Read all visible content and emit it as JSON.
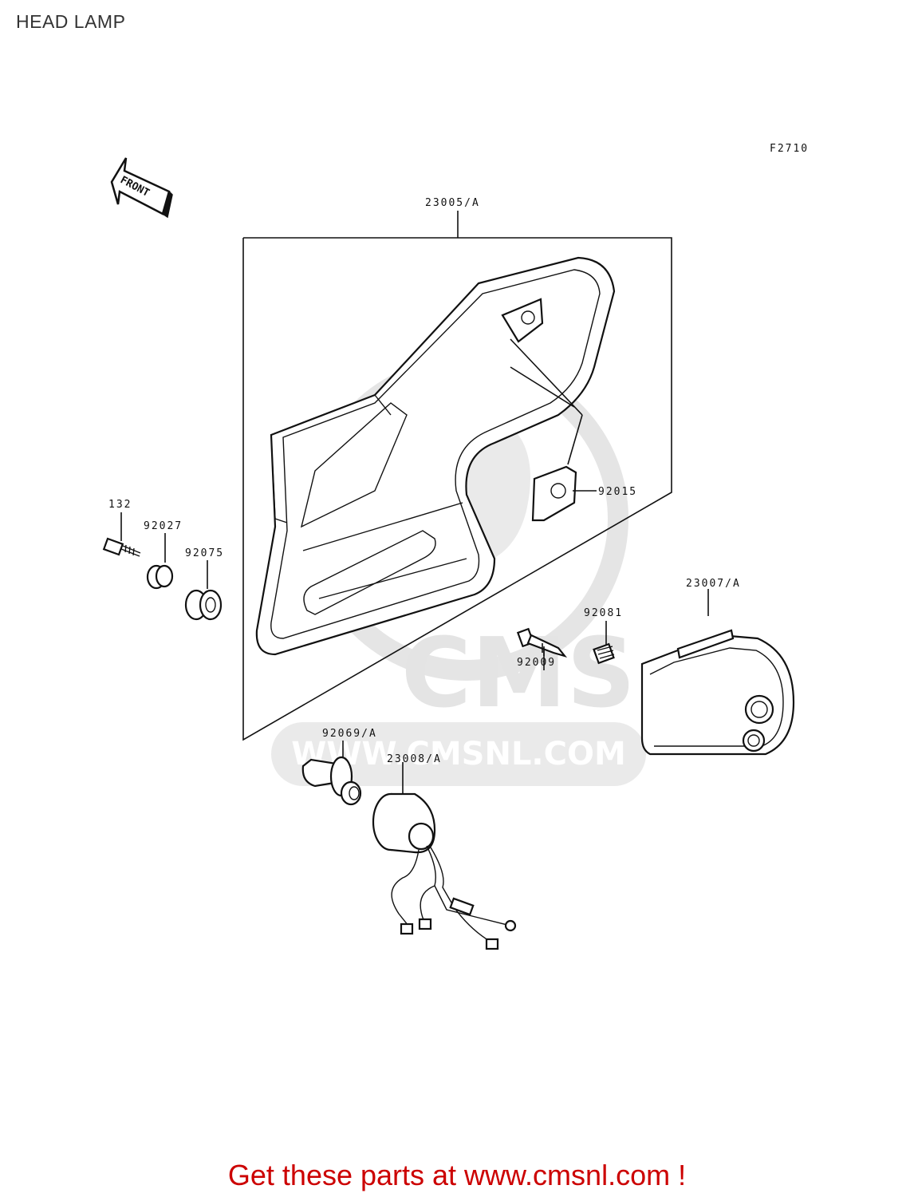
{
  "page": {
    "title": "HEAD LAMP",
    "figure_code": "F2710",
    "front_arrow_label": "FRONT"
  },
  "watermark": {
    "brand": "CMS",
    "url": "WWW.CMSNL.COM"
  },
  "parts": [
    {
      "id": "p-23005",
      "label": "23005/A"
    },
    {
      "id": "p-92015",
      "label": "92015"
    },
    {
      "id": "p-132",
      "label": "132"
    },
    {
      "id": "p-92027",
      "label": "92027"
    },
    {
      "id": "p-92075",
      "label": "92075"
    },
    {
      "id": "p-23007",
      "label": "23007/A"
    },
    {
      "id": "p-92081",
      "label": "92081"
    },
    {
      "id": "p-92009",
      "label": "92009"
    },
    {
      "id": "p-92069",
      "label": "92069/A"
    },
    {
      "id": "p-23008",
      "label": "23008/A"
    }
  ],
  "footer": {
    "cta": "Get these parts at www.cmsnl.com !"
  }
}
